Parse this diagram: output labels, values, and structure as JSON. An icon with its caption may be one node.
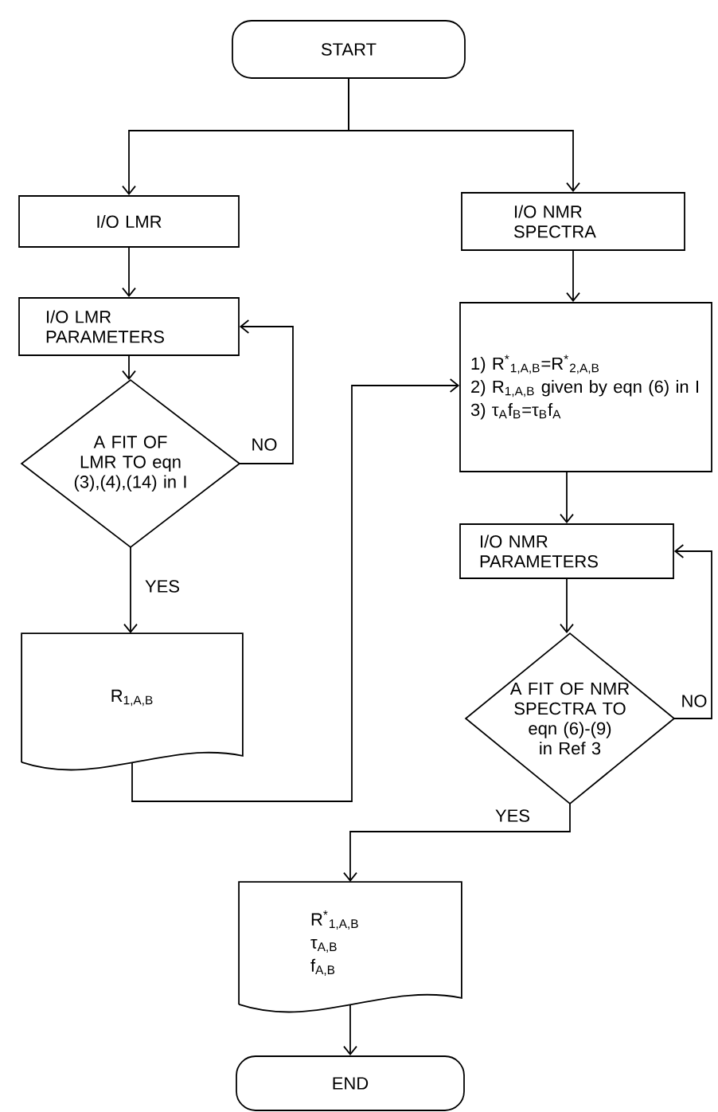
{
  "diagram": {
    "nodes": [
      {
        "text": [
          "START"
        ]
      },
      {
        "text": [
          "I/O LMR"
        ]
      },
      {
        "text": [
          "I/O NMR SPECTRA"
        ]
      },
      {
        "text": [
          "I/O LMR PARAMETERS"
        ]
      },
      {
        "text": [
          "A FIT OF LMR TO eqn (3),(4),(14) in I"
        ]
      },
      {
        "text": [
          "R$_{1,A,B}$"
        ]
      },
      {
        "text": [
          "1) R$^{*}$$_{1,A,B}$=R$^{*}$$_{2,A,B}$",
          "2) R$_{1,A,B}$ given by eqn (6) in I",
          "3) τ$_{A}$f$_{B}$=τ$_{B}$f$_{A}$"
        ]
      },
      {
        "text": [
          "I/O NMR PARAMETERS"
        ]
      },
      {
        "text": [
          "A FIT OF NMR SPECTRA TO eqn (6)-(9) in Ref 3"
        ]
      },
      {
        "text": [
          "R$^{*}$$_{1,A,B}$",
          "τ$_{A,B}$",
          "f$_{A,B}$"
        ]
      },
      {
        "text": [
          "END"
        ]
      }
    ],
    "edges": [
      {
        "from": 0,
        "to": 1,
        "arrow": "to"
      },
      {
        "from": 0,
        "to": 2,
        "arrow": "to"
      },
      {
        "from": 1,
        "to": 3,
        "arrow": "to"
      },
      {
        "from": 3,
        "to": 4,
        "arrow": "to"
      },
      {
        "from": 4,
        "to": 3,
        "arrow": "to",
        "label": "NO"
      },
      {
        "from": 4,
        "to": 5,
        "arrow": "to",
        "label": "YES"
      },
      {
        "from": 5,
        "to": 6,
        "arrow": "to"
      },
      {
        "from": 2,
        "to": 6,
        "arrow": "to"
      },
      {
        "from": 6,
        "to": 7,
        "arrow": "to"
      },
      {
        "from": 7,
        "to": 8,
        "arrow": "to"
      },
      {
        "from": 8,
        "to": 7,
        "arrow": "to",
        "label": "NO"
      },
      {
        "from": 8,
        "to": 9,
        "arrow": "to",
        "label": "YES"
      },
      {
        "from": 9,
        "to": 10,
        "arrow": "to"
      }
    ]
  }
}
